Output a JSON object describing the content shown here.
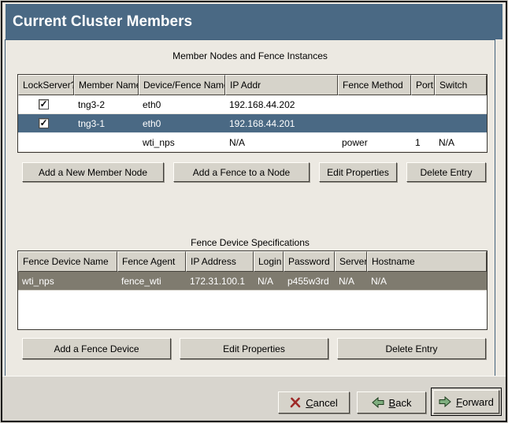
{
  "window": {
    "title": "Current Cluster Members"
  },
  "colors": {
    "titlebar": "#4a6984",
    "sel_active": "#4a6984",
    "sel_inactive": "#7f7b6f",
    "panel_bg": "#ece9e2",
    "strip_bg": "#d8d5ce",
    "control_bg": "#d6d3ca"
  },
  "members_section": {
    "caption": "Member Nodes and Fence Instances",
    "columns": [
      "LockServer?",
      "Member Name",
      "Device/Fence Name",
      "IP Addr",
      "Fence Method",
      "Port",
      "Switch"
    ],
    "rows": [
      {
        "lockserver": true,
        "member_name": "tng3-2",
        "device_fence_name": "eth0",
        "ip_addr": "192.168.44.202",
        "fence_method": "",
        "port": "",
        "switch": "",
        "selected": false
      },
      {
        "lockserver": true,
        "member_name": "tng3-1",
        "device_fence_name": "eth0",
        "ip_addr": "192.168.44.201",
        "fence_method": "",
        "port": "",
        "switch": "",
        "selected": true
      },
      {
        "lockserver": false,
        "member_name": "",
        "device_fence_name": "wti_nps",
        "ip_addr": "N/A",
        "fence_method": "power",
        "port": "1",
        "switch": "N/A",
        "selected": false
      }
    ],
    "check_glyph": "✓",
    "buttons": [
      "Add a New Member Node",
      "Add a Fence to a Node",
      "Edit Properties",
      "Delete Entry"
    ]
  },
  "fence_section": {
    "caption": "Fence Device Specifications",
    "columns": [
      "Fence Device Name",
      "Fence Agent",
      "IP Address",
      "Login",
      "Password",
      "Server",
      "Hostname"
    ],
    "rows": [
      {
        "fence_device_name": "wti_nps",
        "fence_agent": "fence_wti",
        "ip_address": "172.31.100.1",
        "login": "N/A",
        "password": "p455w3rd",
        "server": "N/A",
        "hostname": "N/A",
        "selected": true
      }
    ],
    "buttons": [
      "Add a Fence Device",
      "Edit Properties",
      "Delete Entry"
    ]
  },
  "footer": {
    "cancel_label": "Cancel",
    "back_label": "Back",
    "forward_label": "Forward"
  }
}
